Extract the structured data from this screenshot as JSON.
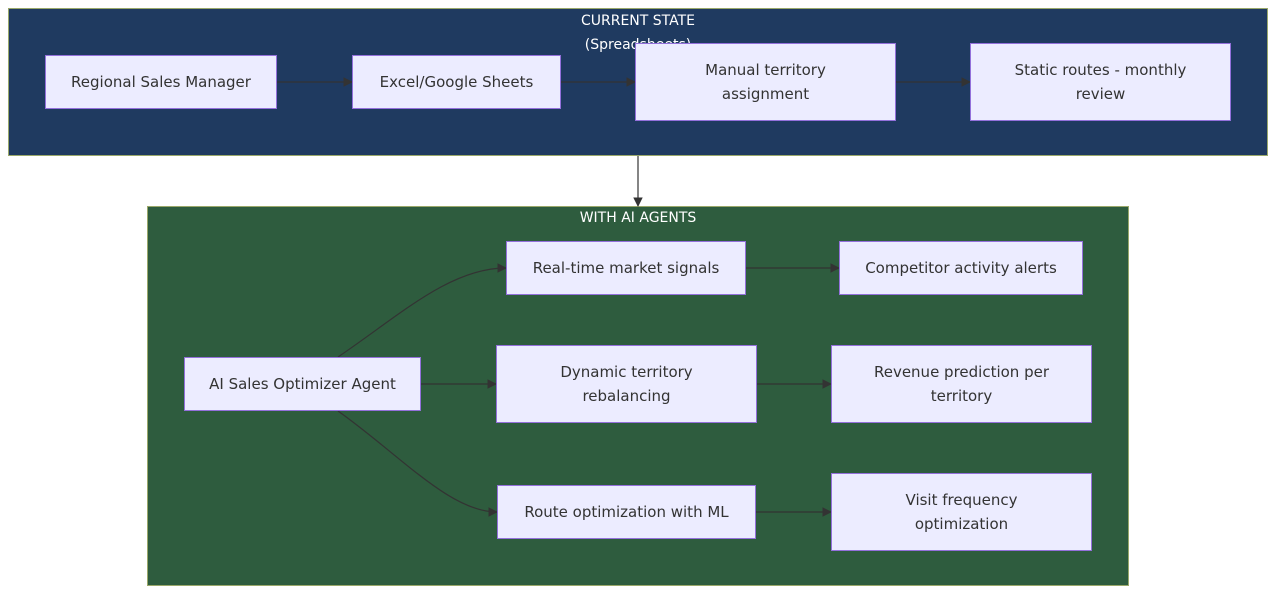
{
  "clusters": {
    "current": {
      "title_line1": "CURRENT STATE",
      "title_line2": "(Spreadsheets)",
      "color": "#1f3a60"
    },
    "ai": {
      "title": "WITH AI AGENTS",
      "color": "#2e5c3e"
    }
  },
  "nodes": {
    "regional_sales_manager": "Regional Sales Manager",
    "excel_google_sheets": "Excel/Google Sheets",
    "manual_territory": "Manual territory assignment",
    "static_routes": "Static routes - monthly review",
    "ai_optimizer": "AI Sales Optimizer Agent",
    "market_signals": "Real-time market signals",
    "competitor_alerts": "Competitor activity alerts",
    "dynamic_rebalancing": "Dynamic territory rebalancing",
    "revenue_prediction": "Revenue prediction per territory",
    "route_optimization": "Route optimization with ML",
    "visit_frequency": "Visit frequency optimization"
  },
  "colors": {
    "node_fill": "#ececff",
    "node_border": "#9370db",
    "edge": "#333333"
  }
}
